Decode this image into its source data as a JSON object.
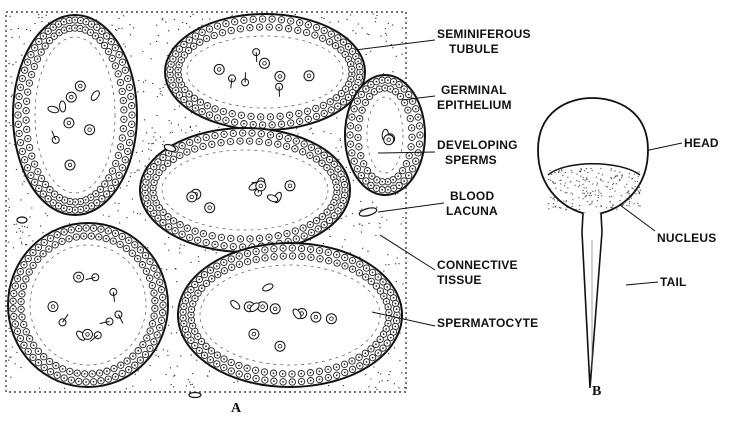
{
  "panel_a": {
    "tag": "A",
    "labels": {
      "seminiferous_tubule": [
        "SEMINIFEROUS",
        "TUBULE"
      ],
      "germinal_epithelium": [
        "GERMINAL",
        "EPITHELIUM"
      ],
      "developing_sperms": [
        "DEVELOPING",
        "SPERMS"
      ],
      "blood_lacuna": [
        "BLOOD",
        "LACUNA"
      ],
      "connective_tissue": [
        "CONNECTIVE",
        "TISSUE"
      ],
      "spermatocyte": "SPERMATOCYTE"
    }
  },
  "panel_b": {
    "tag": "B",
    "labels": {
      "head": "HEAD",
      "nucleus": "NUCLEUS",
      "tail": "TAIL"
    }
  }
}
